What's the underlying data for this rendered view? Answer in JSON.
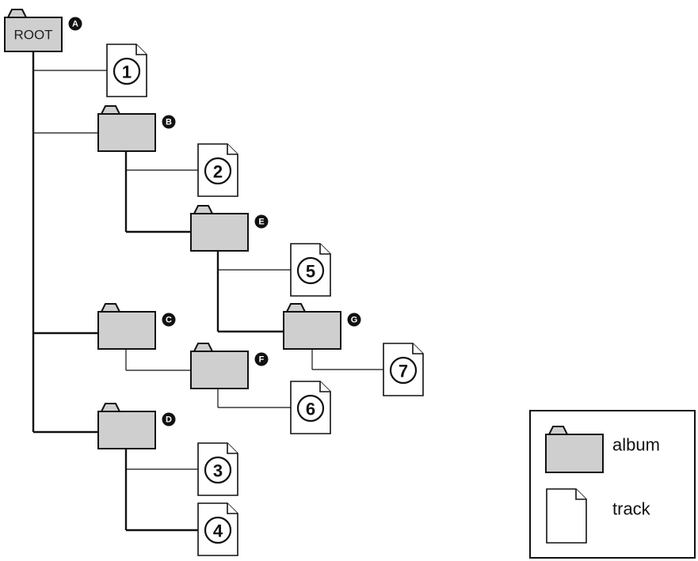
{
  "root": {
    "label": "ROOT",
    "badge": "A"
  },
  "albums": [
    {
      "id": "B",
      "badge": "B"
    },
    {
      "id": "C",
      "badge": "C"
    },
    {
      "id": "D",
      "badge": "D"
    },
    {
      "id": "E",
      "badge": "E"
    },
    {
      "id": "F",
      "badge": "F"
    },
    {
      "id": "G",
      "badge": "G"
    }
  ],
  "tracks": [
    {
      "id": "t1",
      "number": "1"
    },
    {
      "id": "t2",
      "number": "2"
    },
    {
      "id": "t3",
      "number": "3"
    },
    {
      "id": "t4",
      "number": "4"
    },
    {
      "id": "t5",
      "number": "5"
    },
    {
      "id": "t6",
      "number": "6"
    },
    {
      "id": "t7",
      "number": "7"
    }
  ],
  "legend": {
    "album_label": "album",
    "track_label": "track"
  },
  "colors": {
    "folder_fill": "#cfcfcf",
    "stroke": "#111111",
    "badge": "#111111"
  }
}
